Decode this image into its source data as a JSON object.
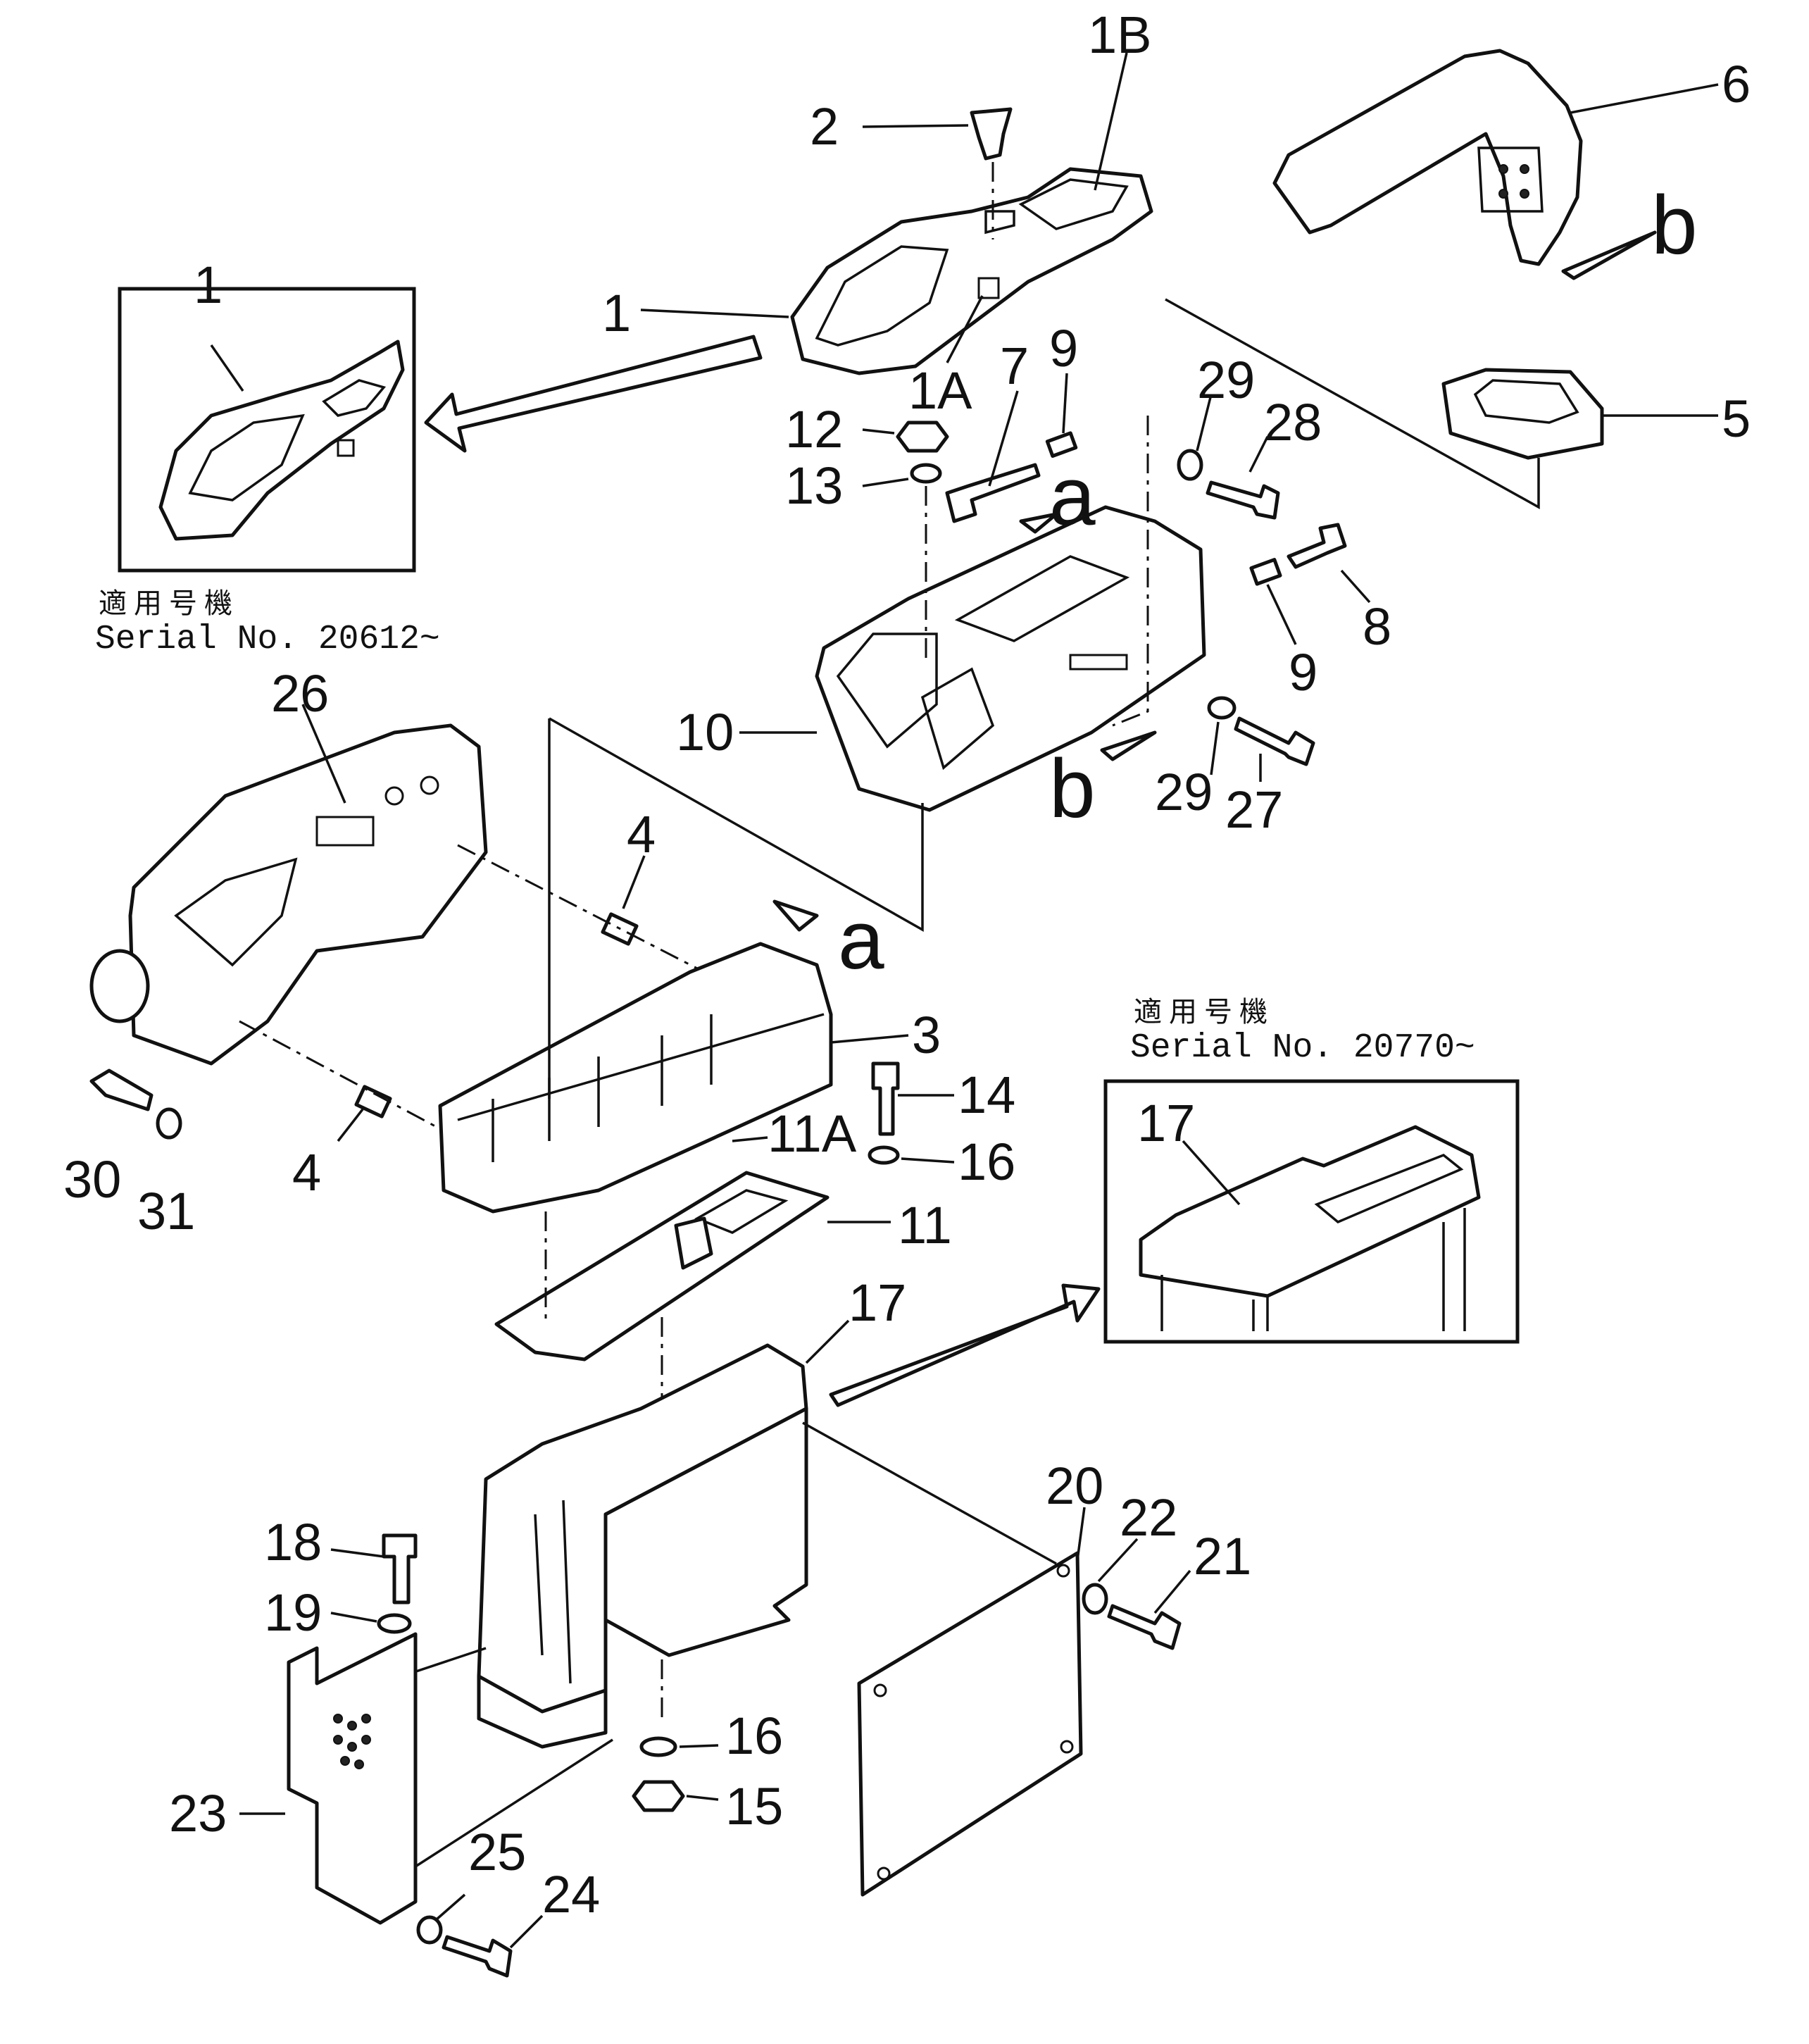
{
  "diagram": {
    "callouts": {
      "c1": "1",
      "c1b": "1B",
      "c2": "2",
      "c6": "6",
      "cb_top": "b",
      "c1_inset": "1",
      "c1a": "1A",
      "c7": "7",
      "c9a": "9",
      "c29a": "29",
      "c28": "28",
      "c5": "5",
      "c12": "12",
      "c13": "13",
      "ca_mid": "a",
      "c8": "8",
      "c9b": "9",
      "c26": "26",
      "c10": "10",
      "cb_mid": "b",
      "c29b": "29",
      "c27": "27",
      "c4a": "4",
      "ca_low": "a",
      "c3": "3",
      "c14": "14",
      "c11a": "11A",
      "c16a": "16",
      "c30": "30",
      "c31": "31",
      "c4b": "4",
      "c11": "11",
      "c17": "17",
      "c17_inset": "17",
      "c18": "18",
      "c19": "19",
      "c20": "20",
      "c22": "22",
      "c21": "21",
      "c16b": "16",
      "c15": "15",
      "c23": "23",
      "c25": "25",
      "c24": "24"
    },
    "inset_top": {
      "applicable_label": "適用号機",
      "serial": "Serial No. 20612~"
    },
    "inset_right": {
      "applicable_label": "適用号機",
      "serial": "Serial No. 20770~"
    }
  }
}
